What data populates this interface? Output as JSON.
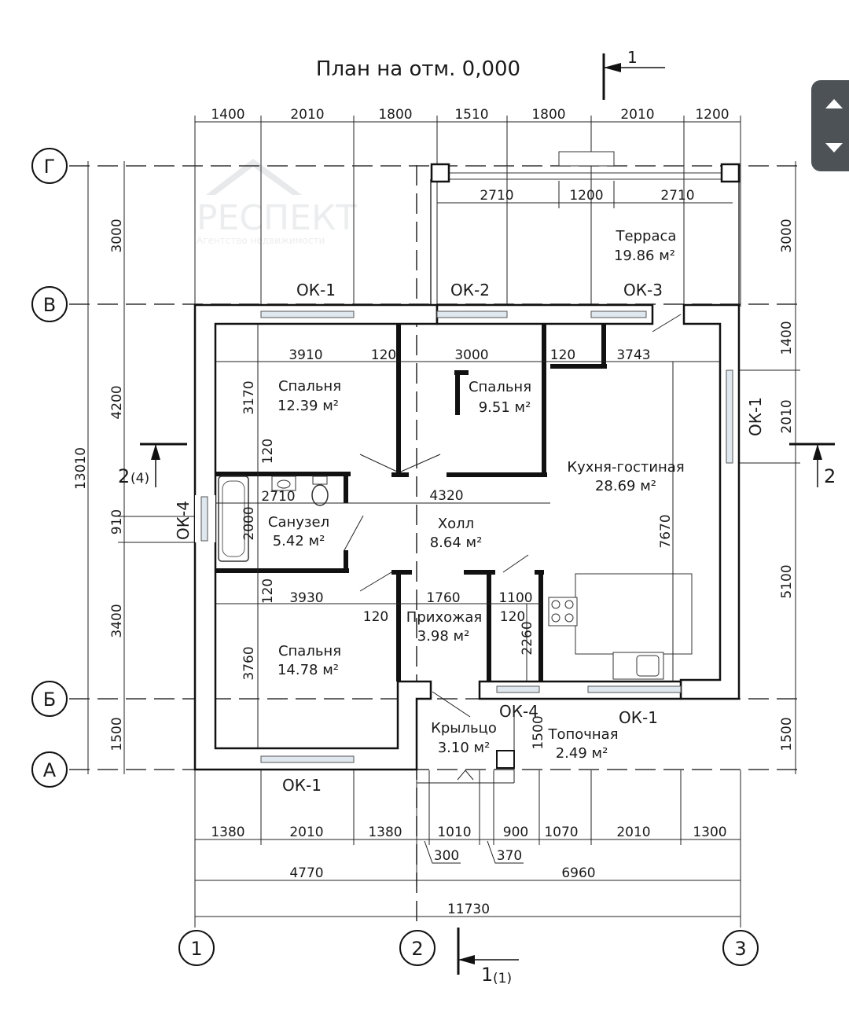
{
  "title": "План на отм. 0,000",
  "watermark": {
    "brand": "РЕСПЕКТ",
    "tagline": "Агентство недвижимости"
  },
  "axes": {
    "a1": "1",
    "a2": "2",
    "a3": "3",
    "g": "Г",
    "v": "В",
    "b": "Б",
    "a": "А"
  },
  "sections": {
    "s1_top": "1",
    "s1_bottom": "1",
    "s1_bottom_sub": "(1)",
    "s2_left": "2",
    "s2_left_sub": "(4)",
    "s2_right": "2"
  },
  "dims": {
    "top": [
      "1400",
      "2010",
      "1800",
      "1510",
      "1800",
      "2010",
      "1200"
    ],
    "bottom1": [
      "1380",
      "2010",
      "1380",
      "1010",
      "900",
      "1070",
      "2010",
      "1300"
    ],
    "bottom_small": [
      "300",
      "370"
    ],
    "bottom2": [
      "4770",
      "6960"
    ],
    "bottom3": "11730",
    "left": [
      "3000",
      "4200",
      "910",
      "3400",
      "1500"
    ],
    "left_total": "13010",
    "right": [
      "3000",
      "1400",
      "2010",
      "5100",
      "1500"
    ],
    "terrace": [
      "2710",
      "1200",
      "2710"
    ],
    "inner": {
      "d3910": "3910",
      "d120a": "120",
      "d3000": "3000",
      "d120b": "120",
      "d3743": "3743",
      "d3170": "3170",
      "d120c": "120",
      "d2710": "2710",
      "d4320": "4320",
      "d2000": "2000",
      "d7670": "7670",
      "d120d": "120",
      "d3930": "3930",
      "d1760": "1760",
      "d1100": "1100",
      "d120e": "120",
      "d120f": "120",
      "d3760": "3760",
      "d2260": "2260",
      "d1500": "1500"
    }
  },
  "rooms": [
    {
      "name": "Терраса",
      "area": "19.86 м²"
    },
    {
      "name": "Спальня",
      "area": "12.39 м²"
    },
    {
      "name": "Спальня",
      "area": "9.51 м²"
    },
    {
      "name": "Кухня-гостиная",
      "area": "28.69 м²"
    },
    {
      "name": "Санузел",
      "area": "5.42 м²"
    },
    {
      "name": "Холл",
      "area": "8.64 м²"
    },
    {
      "name": "Прихожая",
      "area": "3.98 м²"
    },
    {
      "name": "Спальня",
      "area": "14.78 м²"
    },
    {
      "name": "Крыльцо",
      "area": "3.10 м²"
    },
    {
      "name": "Топочная",
      "area": "2.49 м²"
    }
  ],
  "windows": {
    "ok1_top": "ОК-1",
    "ok2": "ОК-2",
    "ok3": "ОК-3",
    "ok1_right": "ОК-1",
    "ok4_left": "ОК-4",
    "ok4_bottom": "ОК-4",
    "ok1_bottom_right": "ОК-1",
    "ok1_bottom_left": "ОК-1"
  }
}
